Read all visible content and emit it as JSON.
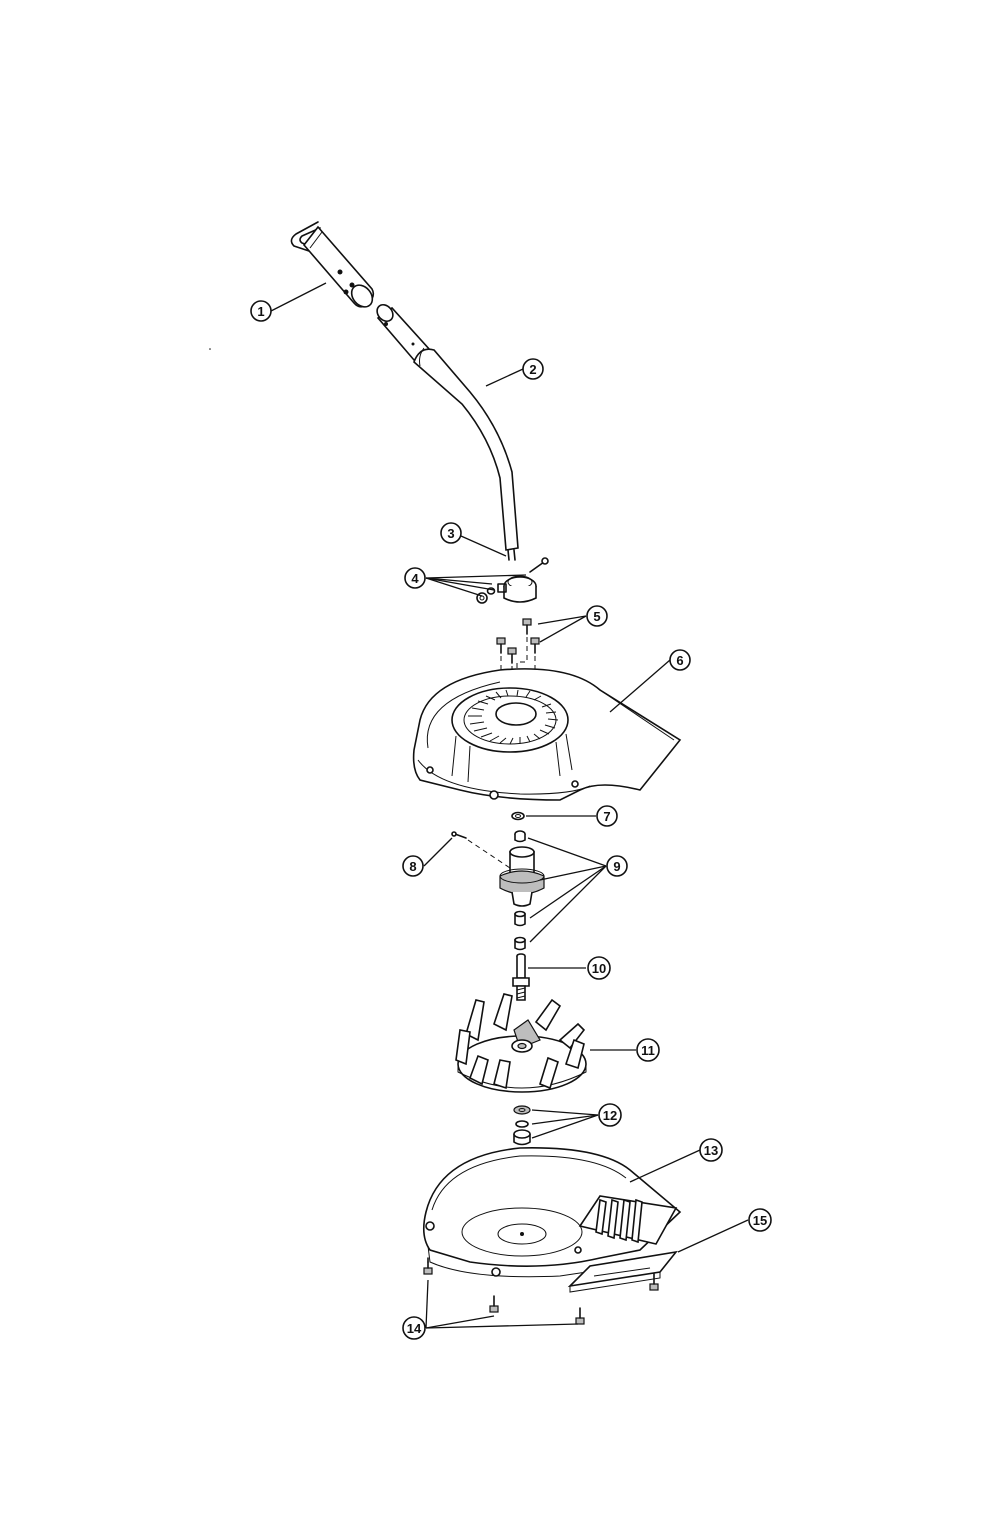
{
  "callouts": [
    {
      "id": "c1",
      "label": "1"
    },
    {
      "id": "c2",
      "label": "2"
    },
    {
      "id": "c3",
      "label": "3"
    },
    {
      "id": "c4",
      "label": "4"
    },
    {
      "id": "c5",
      "label": "5"
    },
    {
      "id": "c6",
      "label": "6"
    },
    {
      "id": "c7",
      "label": "7"
    },
    {
      "id": "c8",
      "label": "8"
    },
    {
      "id": "c9",
      "label": "9"
    },
    {
      "id": "c10",
      "label": "10"
    },
    {
      "id": "c11",
      "label": "11"
    },
    {
      "id": "c12",
      "label": "12"
    },
    {
      "id": "c13",
      "label": "13"
    },
    {
      "id": "c14",
      "label": "14"
    },
    {
      "id": "c15",
      "label": "15"
    }
  ],
  "parts": [
    "handle",
    "blower-tube",
    "tube-clamp",
    "screws",
    "fan-cover",
    "washer",
    "bearing-hub",
    "pin",
    "shaft",
    "impeller",
    "nut-washer",
    "blower-housing",
    "housing-screws",
    "outlet-plate"
  ],
  "colors": {
    "ink": "#111111",
    "paper": "#ffffff",
    "shade": "#bdbdbd"
  }
}
